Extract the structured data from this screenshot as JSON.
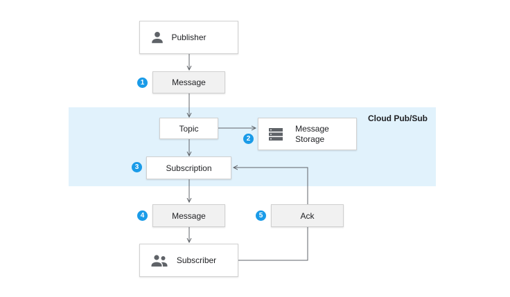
{
  "region": {
    "label": "Cloud Pub/Sub",
    "color": "#e1f2fc"
  },
  "nodes": {
    "publisher": {
      "label": "Publisher",
      "icon": "person-icon"
    },
    "message_in": {
      "label": "Message"
    },
    "topic": {
      "label": "Topic"
    },
    "storage": {
      "line1": "Message",
      "line2": "Storage",
      "icon": "storage-icon"
    },
    "subscription": {
      "label": "Subscription"
    },
    "message_out": {
      "label": "Message"
    },
    "ack": {
      "label": "Ack"
    },
    "subscriber": {
      "label": "Subscriber",
      "icon": "group-icon"
    }
  },
  "steps": [
    "1",
    "2",
    "3",
    "4",
    "5"
  ],
  "colors": {
    "badge": "#1a9be8",
    "arrow": "#5f6368",
    "node_gray": "#f1f1f1"
  }
}
